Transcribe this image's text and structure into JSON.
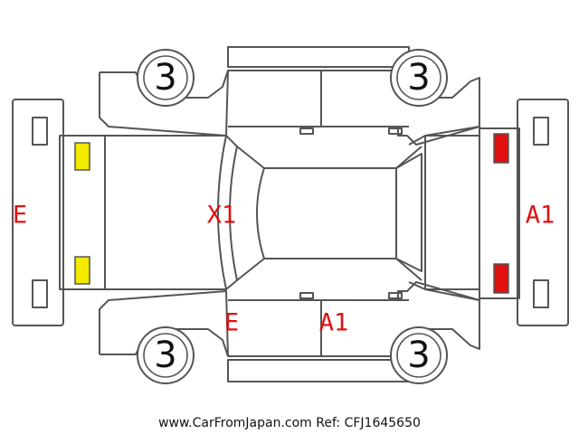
{
  "wheels": {
    "front_left": "3",
    "front_right": "3",
    "rear_left": "3",
    "rear_right": "3"
  },
  "damage_codes": {
    "rear_bumper": "E",
    "rear_roof": "X1",
    "rear_left_door": "E",
    "front_left_door": "A1",
    "front_bumper": "A1"
  },
  "colors": {
    "code_text": "#e01010",
    "rear_lights": "#f2ea00",
    "front_lights": "#e01010",
    "outline": "#555555"
  },
  "footer": {
    "watermark": "www.CarFromJapan.com Ref: CFJ1645650"
  }
}
